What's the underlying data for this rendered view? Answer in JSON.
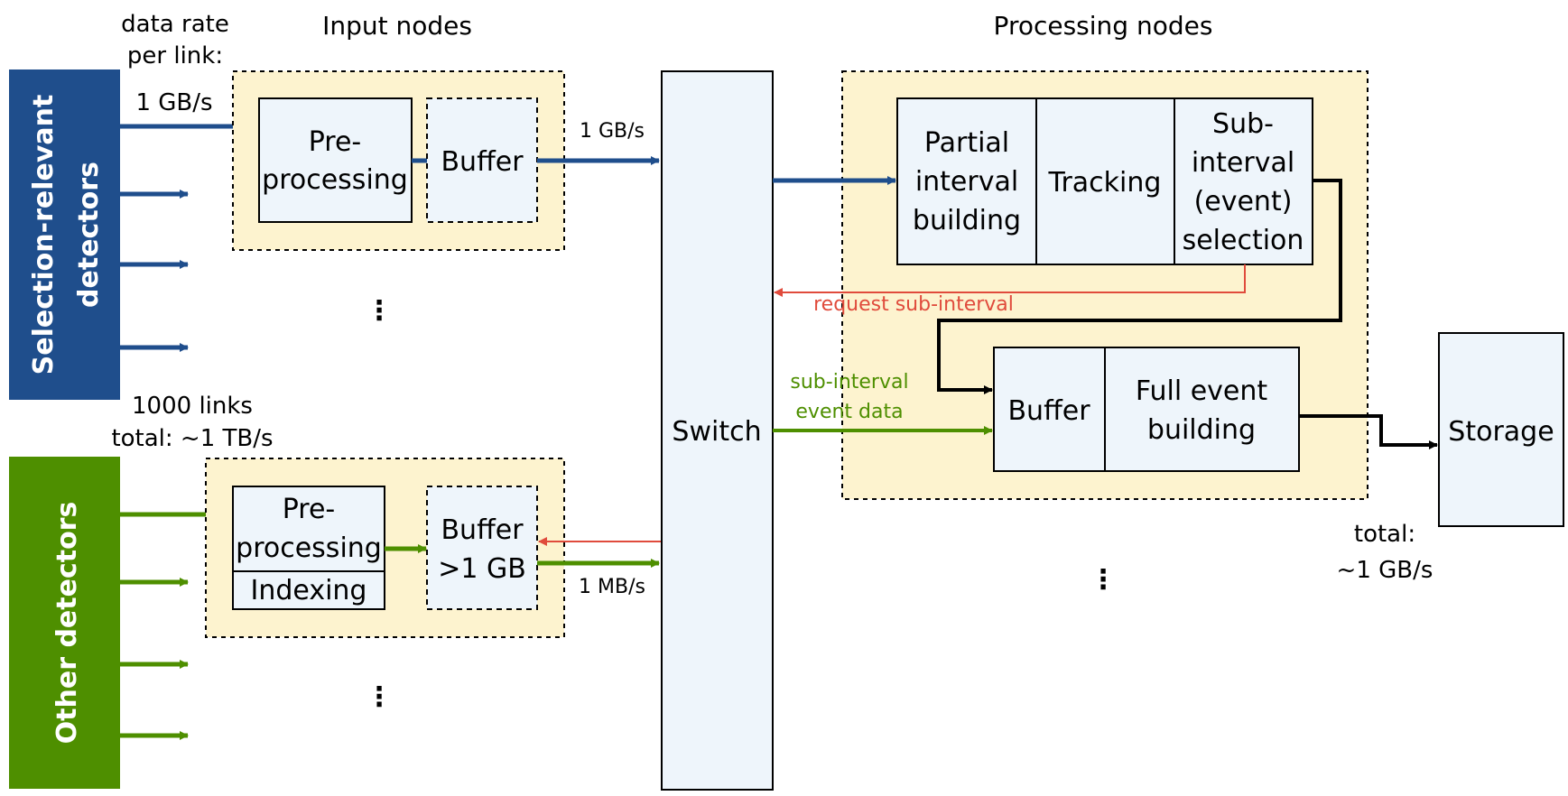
{
  "colors": {
    "blue": "#1f4e8c",
    "green": "#4e8f00",
    "red": "#e04b3c",
    "node_fill": "#fdf3cf",
    "box_fill": "#eef5fb"
  },
  "headers": {
    "data_rate_line1": "data rate",
    "data_rate_line2": "per link:",
    "rate_1gbs": "1 GB/s",
    "input_nodes": "Input nodes",
    "processing_nodes": "Processing nodes"
  },
  "detectors": {
    "selection": "Selection-relevant",
    "selection2": "detectors",
    "other": "Other detectors"
  },
  "links": {
    "count": "1000 links",
    "total": "total: ~1 TB/s"
  },
  "input_top": {
    "pre1": "Pre-",
    "pre2": "processing",
    "buffer": "Buffer",
    "rate": "1 GB/s"
  },
  "input_bottom": {
    "pre1": "Pre-",
    "pre2": "processing",
    "indexing": "Indexing",
    "buffer1": "Buffer",
    "buffer2": ">1 GB",
    "rate": "1 MB/s"
  },
  "switch": "Switch",
  "processing": {
    "partial1": "Partial",
    "partial2": "interval",
    "partial3": "building",
    "tracking": "Tracking",
    "sub1": "Sub-",
    "sub2": "interval",
    "sub3": "(event)",
    "sub4": "selection",
    "request": "request sub-interval",
    "subdata1": "sub-interval",
    "subdata2": "event data",
    "buffer": "Buffer",
    "full1": "Full event",
    "full2": "building"
  },
  "storage": {
    "label": "Storage",
    "total1": "total:",
    "total2": "~1 GB/s"
  },
  "ellipsis": "⋮"
}
